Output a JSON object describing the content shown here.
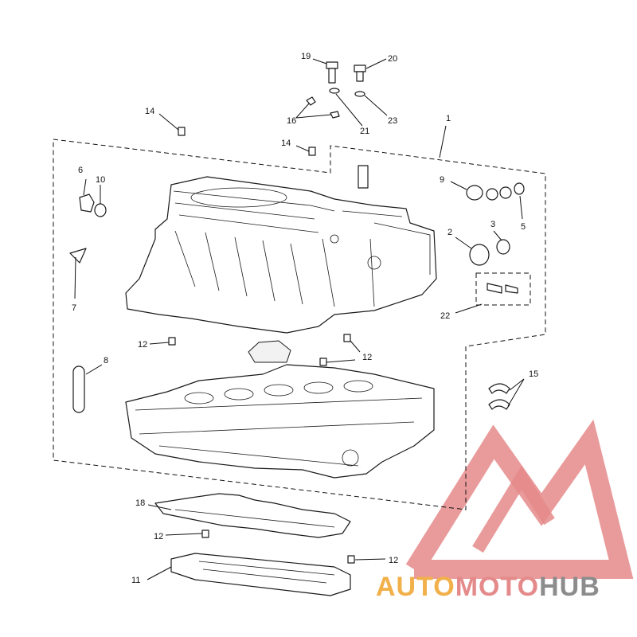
{
  "diagram": {
    "callouts": [
      {
        "id": "c1",
        "label": "1"
      },
      {
        "id": "c2",
        "label": "2"
      },
      {
        "id": "c3",
        "label": "3"
      },
      {
        "id": "c5",
        "label": "5"
      },
      {
        "id": "c6",
        "label": "6"
      },
      {
        "id": "c7",
        "label": "7"
      },
      {
        "id": "c8",
        "label": "8"
      },
      {
        "id": "c9",
        "label": "9"
      },
      {
        "id": "c10",
        "label": "10"
      },
      {
        "id": "c11",
        "label": "11"
      },
      {
        "id": "c12a",
        "label": "12"
      },
      {
        "id": "c12b",
        "label": "12"
      },
      {
        "id": "c12c",
        "label": "12"
      },
      {
        "id": "c12d",
        "label": "12"
      },
      {
        "id": "c14a",
        "label": "14"
      },
      {
        "id": "c14b",
        "label": "14"
      },
      {
        "id": "c15",
        "label": "15"
      },
      {
        "id": "c16",
        "label": "16"
      },
      {
        "id": "c18",
        "label": "18"
      },
      {
        "id": "c19",
        "label": "19"
      },
      {
        "id": "c20",
        "label": "20"
      },
      {
        "id": "c21",
        "label": "21"
      },
      {
        "id": "c22",
        "label": "22"
      },
      {
        "id": "c23",
        "label": "23"
      }
    ]
  },
  "watermark": {
    "text_part1": "AUTO",
    "text_part2": "MOTO",
    "text_part3": "HUB",
    "color_part1": "#f2b04a",
    "color_part2": "#e58a8a",
    "color_part3": "#8c8c8c",
    "triangle_color": "#e58a8a"
  }
}
